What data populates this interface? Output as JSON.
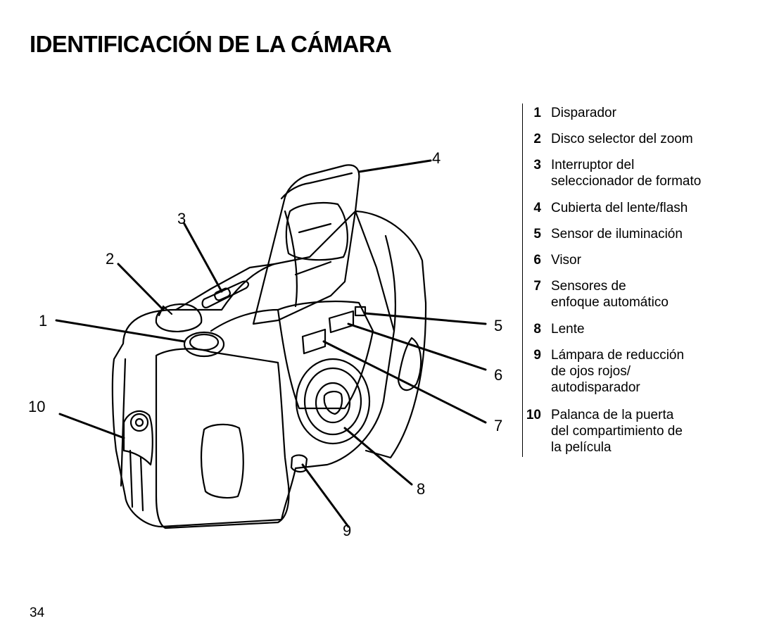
{
  "page": {
    "title": "IDENTIFICACIÓN DE LA CÁMARA",
    "page_number": "34"
  },
  "callouts": [
    "1",
    "2",
    "3",
    "4",
    "5",
    "6",
    "7",
    "8",
    "9",
    "10"
  ],
  "legend": [
    {
      "num": "1",
      "lines": [
        "Disparador"
      ]
    },
    {
      "num": "2",
      "lines": [
        "Disco selector del zoom"
      ]
    },
    {
      "num": "3",
      "lines": [
        "Interruptor del",
        "seleccionador de formato"
      ]
    },
    {
      "num": "4",
      "lines": [
        "Cubierta del lente/flash"
      ]
    },
    {
      "num": "5",
      "lines": [
        "Sensor de iluminación"
      ]
    },
    {
      "num": "6",
      "lines": [
        "Visor"
      ]
    },
    {
      "num": "7",
      "lines": [
        "Sensores de",
        "enfoque automático"
      ]
    },
    {
      "num": "8",
      "lines": [
        "Lente"
      ]
    },
    {
      "num": "9",
      "lines": [
        "Lámpara de reducción",
        "de ojos rojos/",
        "autodisparador"
      ]
    },
    {
      "num": "10",
      "lines": [
        "Palanca de la puerta",
        "del compartimiento de",
        "la película"
      ]
    }
  ]
}
